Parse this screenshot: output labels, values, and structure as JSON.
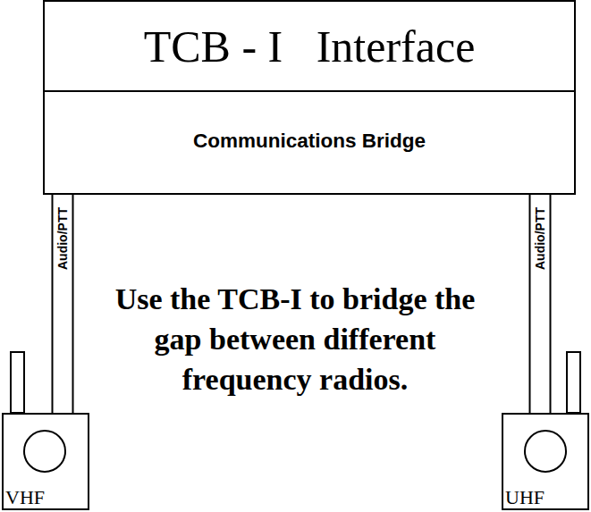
{
  "diagram": {
    "nodes": [
      {
        "text": [
          "TCB - I   Interface"
        ]
      },
      {
        "text": [
          "Communications Bridge"
        ]
      },
      {
        "text": [
          "VHF"
        ]
      },
      {
        "text": [
          "UHF"
        ]
      }
    ],
    "edges": [
      {
        "from": 1,
        "to": 2,
        "arrow": "none",
        "label": "Audio/PTT"
      },
      {
        "from": 1,
        "to": 3,
        "arrow": "none",
        "label": "Audio/PTT"
      }
    ],
    "labels": [
      "Use the TCB-I to bridge the gap between different frequency radios."
    ]
  }
}
